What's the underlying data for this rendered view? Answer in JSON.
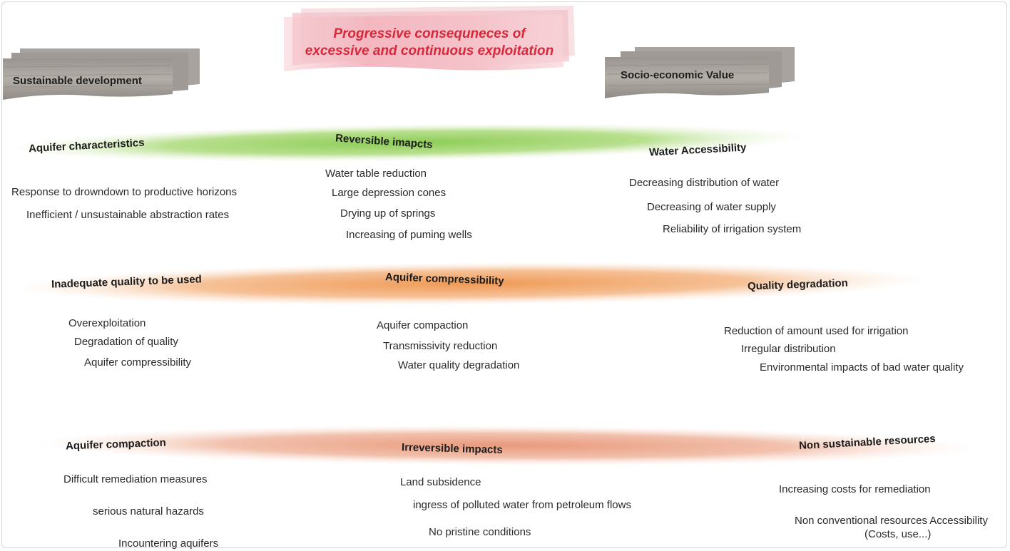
{
  "title": {
    "line1": "Progressive consequneces of",
    "line2": "excessive and continuous exploitation"
  },
  "boxes": {
    "left": "Sustainable development",
    "right": "Socio-economic Value"
  },
  "rows": [
    {
      "color": "#9fd46a",
      "headers": [
        "Aquifer characteristics",
        "Reversible imapcts",
        "Water Accessibility"
      ],
      "left": [
        "Response to drowndown to productive horizons",
        "Inefficient / unsustainable abstraction rates"
      ],
      "center": [
        "Water table reduction",
        "Large depression cones",
        "Drying up of springs",
        "Increasing of puming wells"
      ],
      "right": [
        "Decreasing distribution of water",
        "Decreasing of water supply",
        "Reliability of irrigation system"
      ]
    },
    {
      "color": "#f2b37a",
      "headers": [
        "Inadequate quality to be used",
        "Aquifer compressibility",
        "Quality degradation"
      ],
      "left": [
        "Overexploitation",
        "Degradation of quality",
        "Aquifer compressibility"
      ],
      "center": [
        "Aquifer compaction",
        "Transmissivity reduction",
        "Water quality degradation"
      ],
      "right": [
        "Reduction of amount used for irrigation",
        "Irregular distribution",
        "Environmental impacts of bad water quality"
      ]
    },
    {
      "color": "#eeae96",
      "headers": [
        "Aquifer compaction",
        "Irreversible impacts",
        "Non sustainable resources"
      ],
      "left": [
        "Difficult remediation measures",
        "serious natural hazards",
        "Incountering aquifers"
      ],
      "center": [
        "Land subsidence",
        "ingress of polluted water from petroleum flows",
        "No pristine conditions"
      ],
      "right": [
        "Increasing costs for remediation",
        "Non conventional resources Accessibility",
        "(Costs, use...)"
      ]
    }
  ]
}
